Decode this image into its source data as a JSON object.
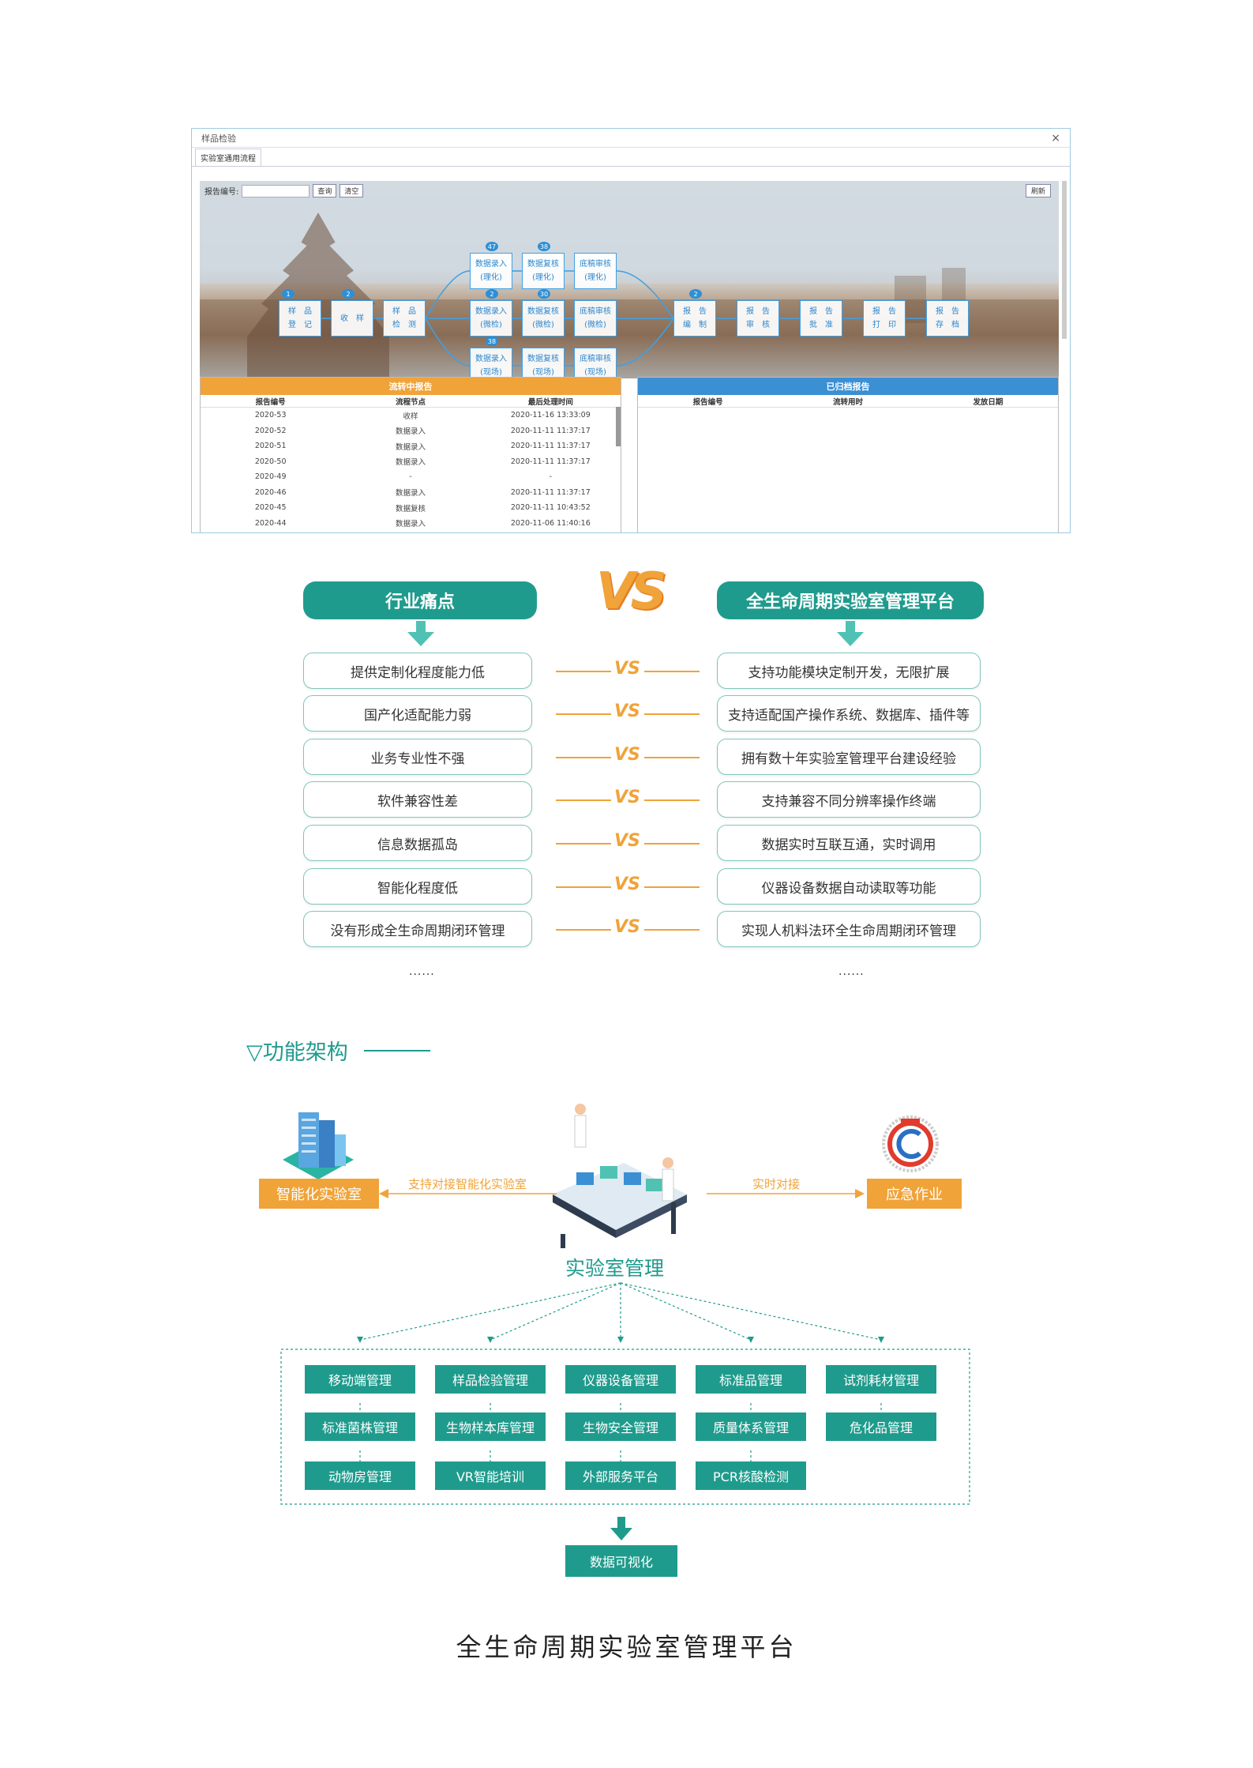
{
  "window": {
    "title": "样品检验",
    "close": "×",
    "tab": "实验室通用流程",
    "search_label": "报告编号:",
    "query_btn": "查询",
    "clear_btn": "清空",
    "refresh_btn": "刷新",
    "badges": [
      "1",
      "2",
      "47",
      "38",
      "2",
      "30",
      "38",
      "2"
    ],
    "nodes": {
      "n1": "样　品\n登　记",
      "n2": "收　样",
      "n3": "样　品\n检　测",
      "a1": "数据录入\n(理化)",
      "a2": "数据复核\n(理化)",
      "a3": "底稿审核\n(理化)",
      "b1": "数据录入\n(微检)",
      "b2": "数据复核\n(微检)",
      "b3": "底稿审核\n(微检)",
      "c1": "数据录入\n(现场)",
      "c2": "数据复核\n(现场)",
      "c3": "底稿审核\n(现场)",
      "r1": "报　告\n编　制",
      "r2": "报　告\n审　核",
      "r3": "报　告\n批　准",
      "r4": "报　告\n打　印",
      "r5": "报　告\n存　档"
    },
    "left_panel": {
      "title": "流转中报告",
      "columns": [
        "报告编号",
        "流程节点",
        "最后处理时间"
      ],
      "rows": [
        [
          "2020-53",
          "收样",
          "2020-11-16 13:33:09"
        ],
        [
          "2020-52",
          "数据录入",
          "2020-11-11 11:37:17"
        ],
        [
          "2020-51",
          "数据录入",
          "2020-11-11 11:37:17"
        ],
        [
          "2020-50",
          "数据录入",
          "2020-11-11 11:37:17"
        ],
        [
          "2020-49",
          "-",
          "-"
        ],
        [
          "2020-46",
          "数据录入",
          "2020-11-11 11:37:17"
        ],
        [
          "2020-45",
          "数据复核",
          "2020-11-11 10:43:52"
        ],
        [
          "2020-44",
          "数据录入",
          "2020-11-06 11:40:16"
        ]
      ]
    },
    "right_panel": {
      "title": "已归档报告",
      "columns": [
        "报告编号",
        "流转用时",
        "发放日期"
      ]
    }
  },
  "vs": {
    "logo": "VS",
    "mid": "VS",
    "left_title": "行业痛点",
    "right_title": "全生命周期实验室管理平台",
    "left": [
      "提供定制化程度能力低",
      "国产化适配能力弱",
      "业务专业性不强",
      "软件兼容性差",
      "信息数据孤岛",
      "智能化程度低",
      "没有形成全生命周期闭环管理"
    ],
    "right": [
      "支持功能模块定制开发，无限扩展",
      "支持适配国产操作系统、数据库、插件等",
      "拥有数十年实验室管理平台建设经验",
      "支持兼容不同分辨率操作终端",
      "数据实时互联互通，实时调用",
      "仪器设备数据自动读取等功能",
      "实现人机料法环全生命周期闭环管理"
    ],
    "left_more": "......",
    "right_more": "......"
  },
  "arch": {
    "title": "▽功能架构",
    "left_tag": "智能化实验室",
    "left_link": "支持对接智能化实验室",
    "right_tag": "应急作业",
    "right_link": "实时对接",
    "center": "实验室管理",
    "modules": [
      [
        "移动端管理",
        "样品检验管理",
        "仪器设备管理",
        "标准品管理",
        "试剂耗材管理"
      ],
      [
        "标准菌株管理",
        "生物样本库管理",
        "生物安全管理",
        "质量体系管理",
        "危化品管理"
      ],
      [
        "动物房管理",
        "VR智能培训",
        "外部服务平台",
        "PCR核酸检测"
      ]
    ],
    "bottom": "数据可视化"
  },
  "caption": "全生命周期实验室管理平台",
  "colors": {
    "teal": "#1f9b8d",
    "orange": "#f0a339",
    "blue": "#2d8fd6"
  }
}
